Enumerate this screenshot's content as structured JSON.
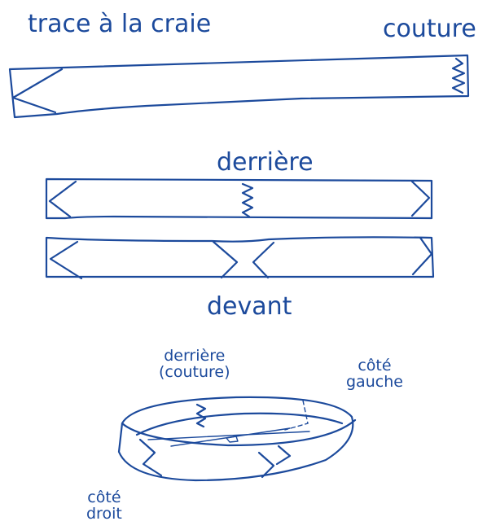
{
  "labels": {
    "trace_craie": "trace à la craie",
    "couture": "couture",
    "derriere": "derrière",
    "devant": "devant",
    "derriere_couture_1": "derrière",
    "derriere_couture_2": "(couture)",
    "cote_gauche_1": "côté",
    "cote_gauche_2": "gauche",
    "cote_droit_1": "côté",
    "cote_droit_2": "droit"
  },
  "colors": {
    "ink": "#1c4a9c",
    "background": "#ffffff"
  }
}
